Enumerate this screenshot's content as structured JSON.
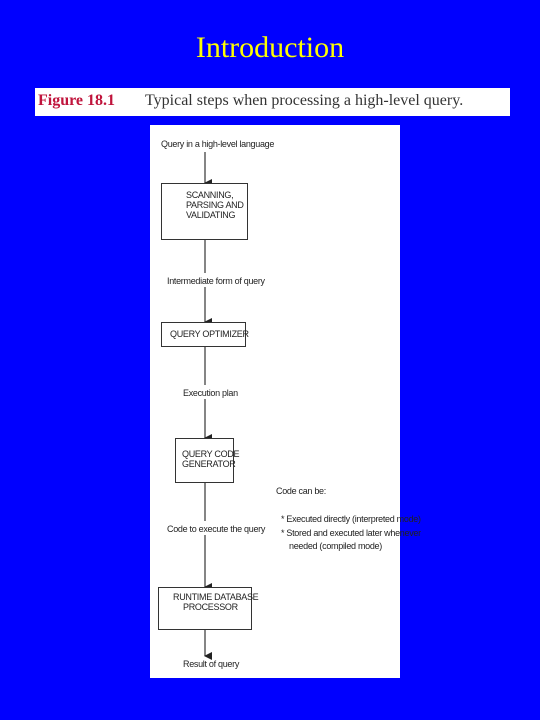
{
  "slide": {
    "title": "Introduction"
  },
  "figure": {
    "label": "Figure 18.1",
    "caption": "Typical steps when processing a high-level query.",
    "flow": {
      "input_label": "Query in a high-level language",
      "scanner_box": [
        "SCANNING,",
        "PARSING AND",
        "VALIDATING"
      ],
      "intermediate_label": "Intermediate form of query",
      "optimizer_box": [
        "QUERY OPTIMIZER"
      ],
      "plan_label": "Execution plan",
      "codegen_box": [
        "QUERY CODE",
        "GENERATOR"
      ],
      "code_label": "Code to execute the query",
      "processor_box": [
        "RUNTIME DATABASE",
        "PROCESSOR"
      ],
      "result_label": "Result of query"
    },
    "note": {
      "heading": "Code can be:",
      "items": [
        "* Executed directly (interpreted mode)",
        "* Stored and executed later whenever",
        "needed (compiled mode)"
      ]
    }
  }
}
